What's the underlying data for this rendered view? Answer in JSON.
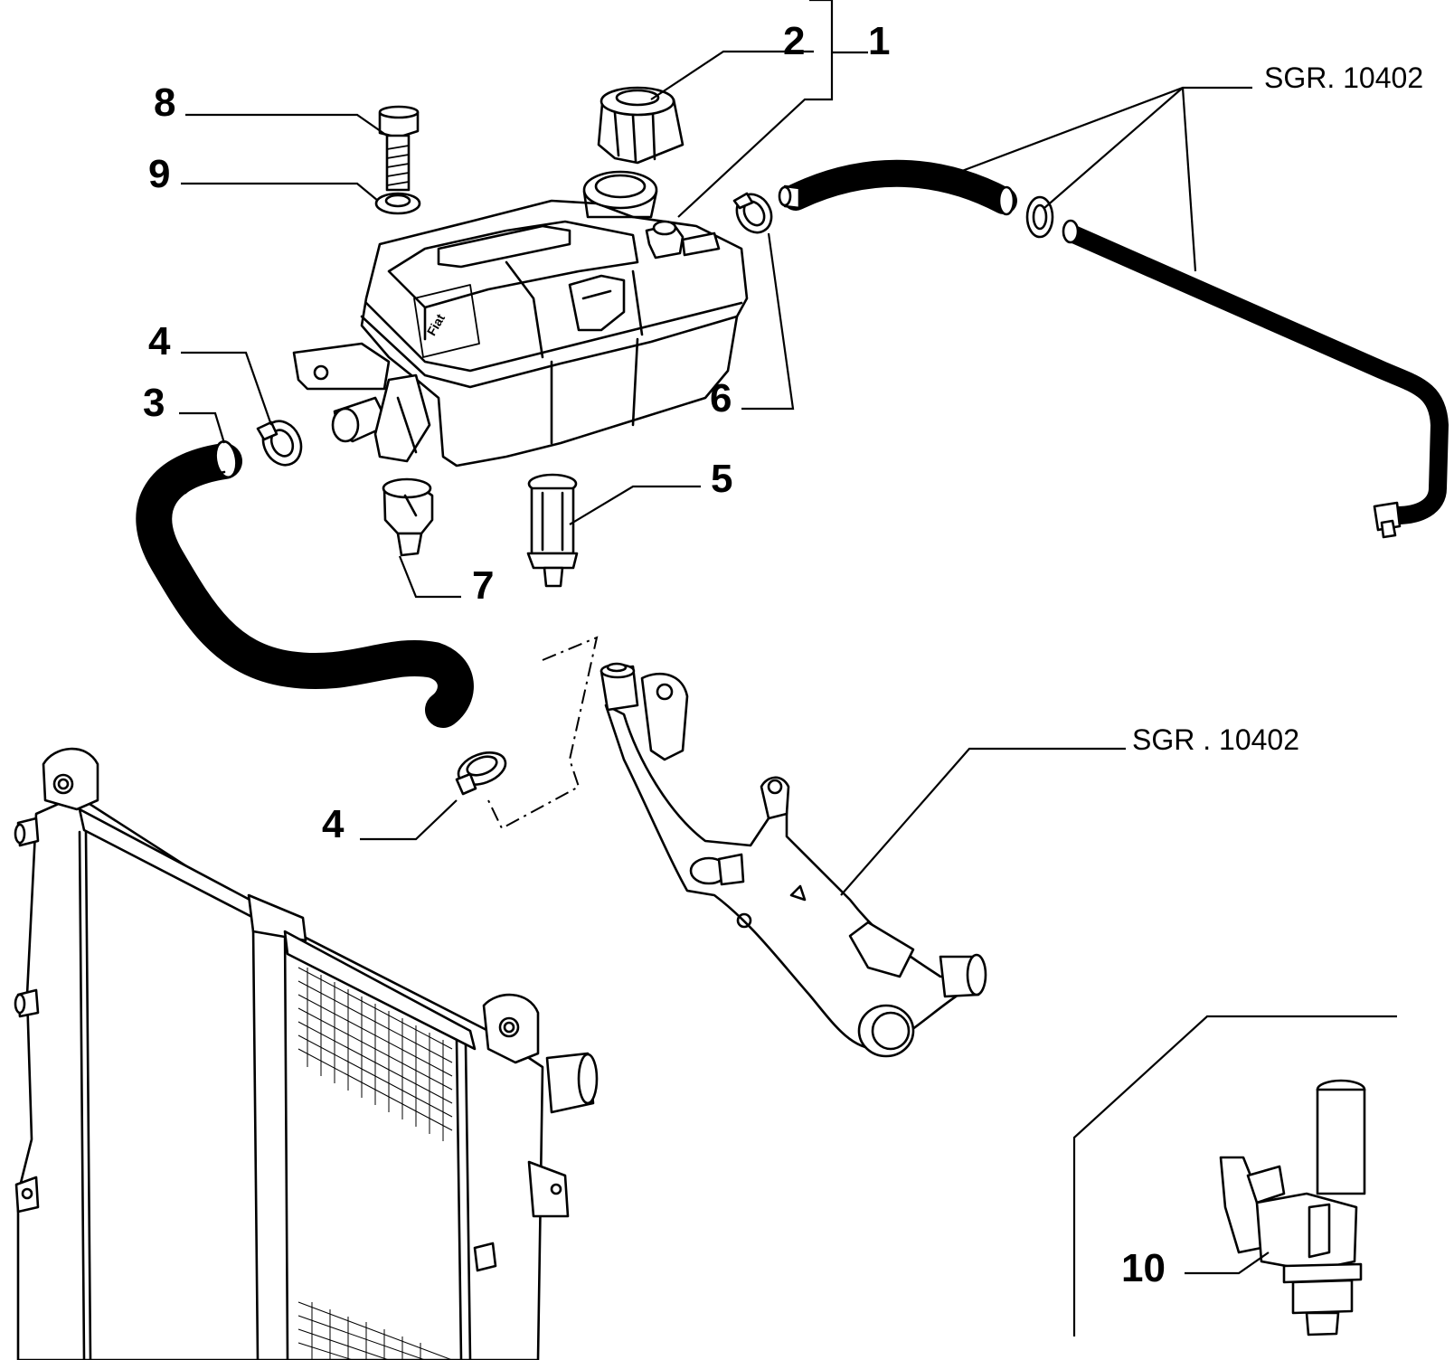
{
  "callouts": {
    "c1": "1",
    "c2": "2",
    "c3": "3",
    "c4a": "4",
    "c4b": "4",
    "c5": "5",
    "c6": "6",
    "c7": "7",
    "c8": "8",
    "c9": "9",
    "c10": "10"
  },
  "references": {
    "top": "SGR. 10402",
    "middle": "SGR . 10402"
  },
  "tank_label": "Fiat"
}
